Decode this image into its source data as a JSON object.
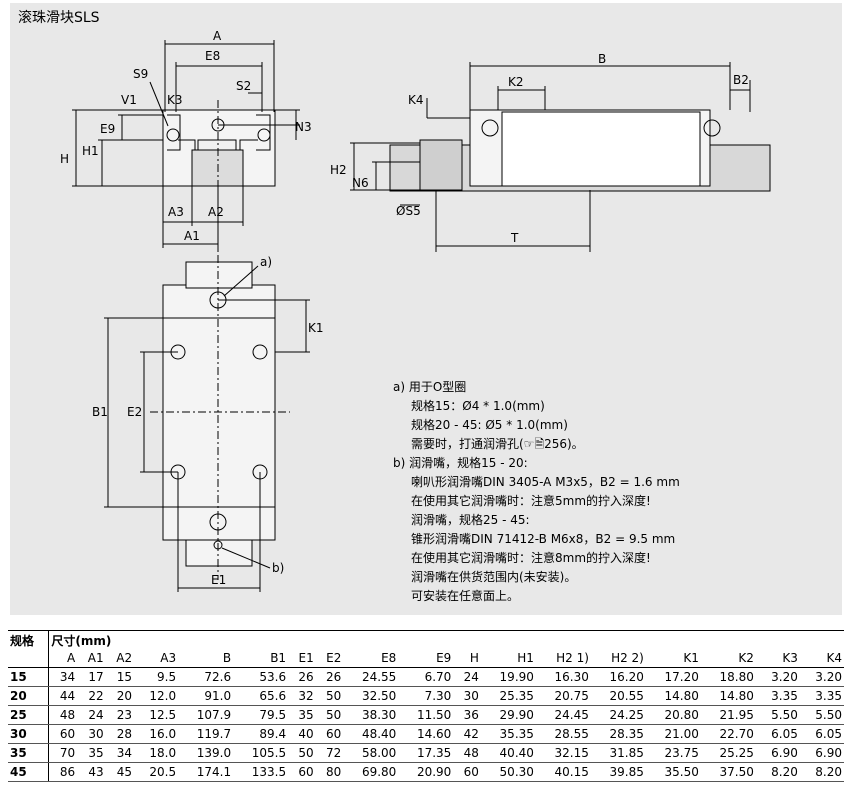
{
  "title": "滚珠滑块SLS",
  "drawing_labels": {
    "A": "A",
    "E8": "E8",
    "S9": "S9",
    "K3": "K3",
    "V1": "V1",
    "S2": "S2",
    "N3": "N3",
    "E9": "E9",
    "H": "H",
    "H1": "H1",
    "A3": "A3",
    "A2": "A2",
    "A1": "A1",
    "B": "B",
    "K2": "K2",
    "B2": "B2",
    "K4": "K4",
    "H2": "H2",
    "N6": "N6",
    "S5": "ØS5",
    "T": "T",
    "a": "a)",
    "b": "b)",
    "K1": "K1",
    "B1": "B1",
    "E2": "E2",
    "E1": "E1"
  },
  "notes": [
    "a)  用于O型圈",
    "规格15：Ø4 * 1.0(mm)",
    "规格20 - 45: Ø5 * 1.0(mm)",
    "需要时，打通润滑孔(☞🗎256)。",
    "b)  润滑嘴，规格15 - 20:",
    "喇叭形润滑嘴DIN 3405-A M3x5，B2 = 1.6 mm",
    "在使用其它润滑嘴时：注意5mm的拧入深度!",
    "润滑嘴，规格25 - 45:",
    "锥形润滑嘴DIN 71412-B M6x8，B2 = 9.5 mm",
    "在使用其它润滑嘴时：注意8mm的拧入深度!",
    "润滑嘴在供货范围内(未安装)。",
    "可安装在任意面上。"
  ],
  "table": {
    "size_header": "规格",
    "dim_header": "尺寸(mm)",
    "columns": [
      "A",
      "A1",
      "A2",
      "A3",
      "B",
      "B1",
      "E1",
      "E2",
      "E8",
      "E9",
      "H",
      "H1",
      "H2 1)",
      "H2 2)",
      "K1",
      "K2",
      "K3",
      "K4"
    ],
    "rows": [
      [
        "15",
        "34",
        "17",
        "15",
        "9.5",
        "72.6",
        "53.6",
        "26",
        "26",
        "24.55",
        "6.70",
        "24",
        "19.90",
        "16.30",
        "16.20",
        "17.20",
        "18.80",
        "3.20",
        "3.20"
      ],
      [
        "20",
        "44",
        "22",
        "20",
        "12.0",
        "91.0",
        "65.6",
        "32",
        "50",
        "32.50",
        "7.30",
        "30",
        "25.35",
        "20.75",
        "20.55",
        "14.80",
        "14.80",
        "3.35",
        "3.35"
      ],
      [
        "25",
        "48",
        "24",
        "23",
        "12.5",
        "107.9",
        "79.5",
        "35",
        "50",
        "38.30",
        "11.50",
        "36",
        "29.90",
        "24.45",
        "24.25",
        "20.80",
        "21.95",
        "5.50",
        "5.50"
      ],
      [
        "30",
        "60",
        "30",
        "28",
        "16.0",
        "119.7",
        "89.4",
        "40",
        "60",
        "48.40",
        "14.60",
        "42",
        "35.35",
        "28.55",
        "28.35",
        "21.00",
        "22.70",
        "6.05",
        "6.05"
      ],
      [
        "35",
        "70",
        "35",
        "34",
        "18.0",
        "139.0",
        "105.5",
        "50",
        "72",
        "58.00",
        "17.35",
        "48",
        "40.40",
        "32.15",
        "31.85",
        "23.75",
        "25.25",
        "6.90",
        "6.90"
      ],
      [
        "45",
        "86",
        "43",
        "45",
        "20.5",
        "174.1",
        "133.5",
        "60",
        "80",
        "69.80",
        "20.90",
        "60",
        "50.30",
        "40.15",
        "39.85",
        "35.50",
        "37.50",
        "8.20",
        "8.20"
      ]
    ]
  }
}
